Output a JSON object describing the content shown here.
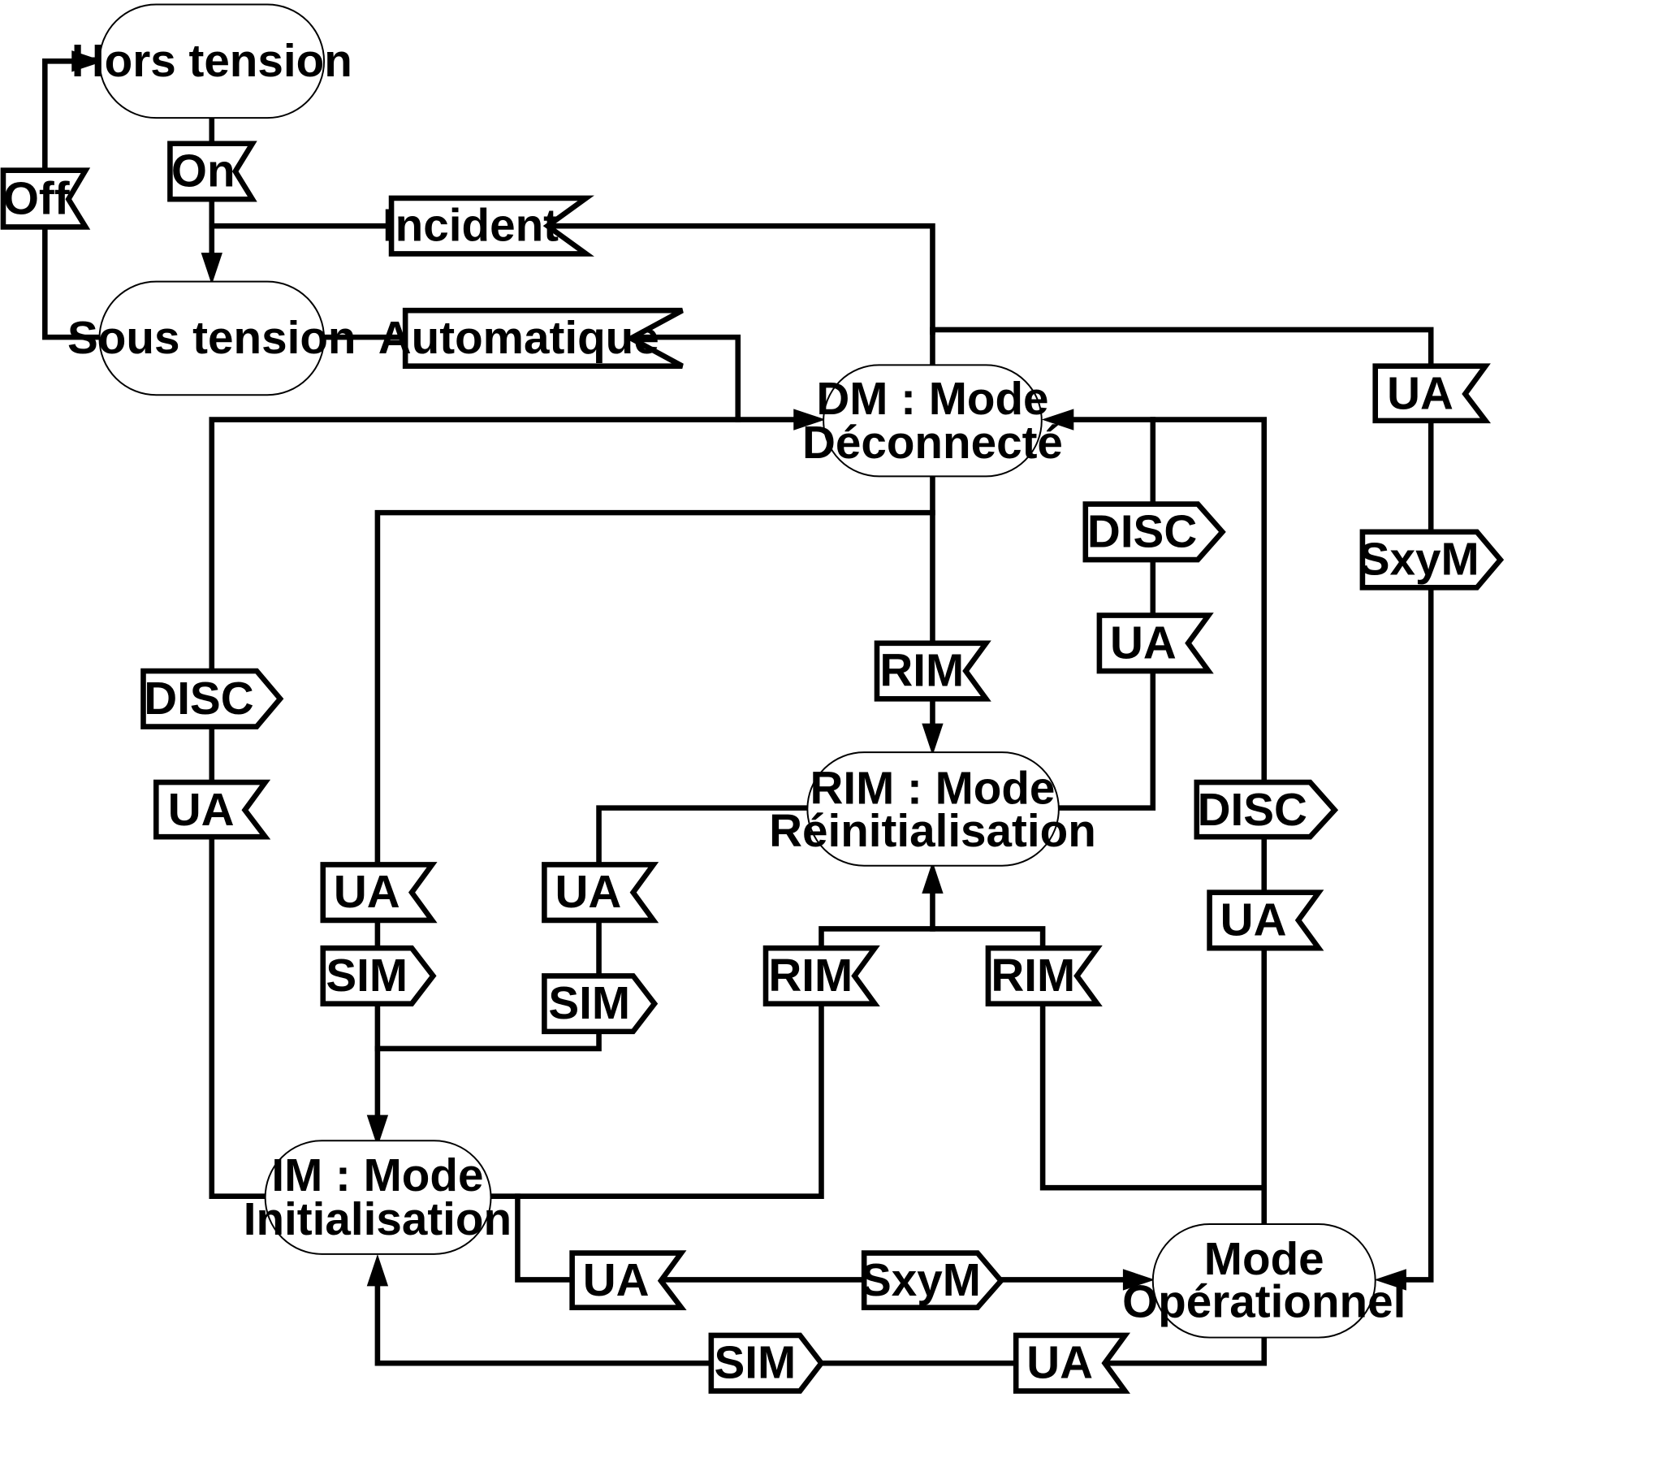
{
  "states": {
    "hors_tension": "Hors tension",
    "sous_tension": "Sous tension",
    "dm": [
      "DM : Mode",
      "Déconnecté"
    ],
    "rim": [
      "RIM : Mode",
      "Réinitialisation"
    ],
    "im": [
      "IM : Mode",
      "Initialisation"
    ],
    "op": [
      "Mode",
      "Opérationnel"
    ]
  },
  "signals": {
    "off": "Off",
    "on": "On",
    "incident": "Incident",
    "automatique": "Automatique",
    "ua_right_top": "UA",
    "sxym_right": "SxyM",
    "disc_dm": "DISC",
    "ua_dm": "UA",
    "rim_dm": "RIM",
    "disc_left": "DISC",
    "ua_left": "UA",
    "ua_im1": "UA",
    "sim_im1": "SIM",
    "ua_im2": "UA",
    "sim_im2": "SIM",
    "rim_a": "RIM",
    "rim_b": "RIM",
    "disc_op": "DISC",
    "ua_op": "UA",
    "ua_bottom": "UA",
    "sxym_bottom": "SxyM",
    "sim_return": "SIM",
    "ua_return": "UA"
  }
}
